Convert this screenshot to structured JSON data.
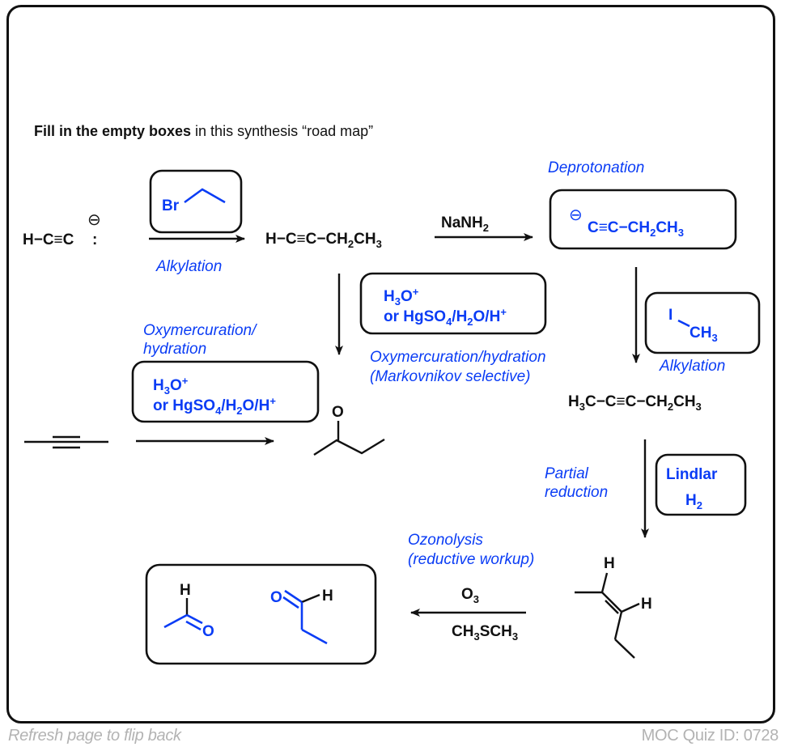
{
  "instruction": {
    "bold_part": "Fill in the empty boxes",
    "rest": " in this synthesis “road map”"
  },
  "colors": {
    "answer_blue": "#0a3cf5",
    "ink": "#111111",
    "footer_gray": "#b3b3b3"
  },
  "start_material": {
    "label": "H−C≡C",
    "lone_pair": ":",
    "charge": "⊖"
  },
  "step1": {
    "reagent_answer": "Br",
    "reagent_structure": "bromoethane",
    "label": "Alkylation"
  },
  "intermediate1": {
    "label_a": "H−C≡C−CH",
    "sub_a": "2",
    "label_b": "CH",
    "sub_b": "3"
  },
  "step2": {
    "reagent_a": "NaNH",
    "reagent_sub": "2",
    "label": "Deprotonation",
    "product_charge": "⊖",
    "product_a": "C≡C−CH",
    "product_sub_a": "2",
    "product_b": "CH",
    "product_sub_b": "3"
  },
  "step_hydration_vertical": {
    "line1_a": "H",
    "line1_sub": "3",
    "line1_b": "O",
    "line1_sup": "+",
    "line2_a": "or HgSO",
    "line2_sub1": "4",
    "line2_b": "/H",
    "line2_sub2": "2",
    "line2_c": "O/H",
    "line2_sup": "+",
    "label_line1": "Oxymercuration/hydration",
    "label_line2": "(Markovnikov selective)"
  },
  "step_hydration_horizontal": {
    "label_line1": "Oxymercuration/",
    "label_line2": "hydration",
    "line1_a": "H",
    "line1_sub": "3",
    "line1_b": "O",
    "line1_sup": "+",
    "line2_a": "or HgSO",
    "line2_sub1": "4",
    "line2_b": "/H",
    "line2_sub2": "2",
    "line2_c": "O/H",
    "line2_sup": "+",
    "start_structure": "2-butyne",
    "product_structure": "2-butanone",
    "product_atom": "O"
  },
  "step3": {
    "reagent_a": "I",
    "reagent_b": "CH",
    "reagent_sub": "3",
    "label": "Alkylation",
    "product_a": "H",
    "product_sub_a": "3",
    "product_b": "C−C≡C−CH",
    "product_sub_b": "2",
    "product_c": "CH",
    "product_sub_c": "3"
  },
  "step4": {
    "label_line1": "Partial",
    "label_line2": "reduction",
    "reagent_line1": "Lindlar",
    "reagent_line2_a": "H",
    "reagent_line2_sub": "2",
    "product_h1": "H",
    "product_h2": "H",
    "product_structure": "cis-2-pentene"
  },
  "step5": {
    "label_line1": "Ozonolysis",
    "label_line2": "(reductive workup)",
    "reagent_top_a": "O",
    "reagent_top_sub": "3",
    "reagent_bottom_a": "CH",
    "reagent_bottom_sub1": "3",
    "reagent_bottom_b": "SCH",
    "reagent_bottom_sub2": "3",
    "product1_h": "H",
    "product1_o": "O",
    "product1_structure": "acetaldehyde",
    "product2_o": "O",
    "product2_h": "H",
    "product2_structure": "propanal"
  },
  "footer": {
    "left": "Refresh page to flip back",
    "right": "MOC Quiz ID: 0728"
  }
}
